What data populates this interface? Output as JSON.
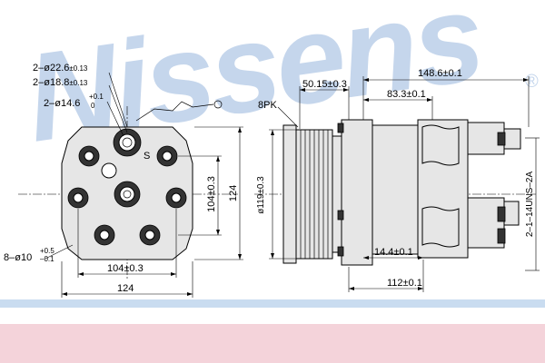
{
  "watermark": {
    "brand": "Nissens",
    "registered_mark": "®"
  },
  "colors": {
    "watermark": "#c5d6ec",
    "band": "#f4d3da",
    "rule": "#c9dcf0",
    "part_fill": "#e6e6e6"
  },
  "front_view": {
    "label_port_a": {
      "main": "2–ø22.6",
      "tol": "±0.13"
    },
    "label_port_b": {
      "main": "2–ø18.8",
      "tol": "±0.13"
    },
    "label_port_c": {
      "main": "2–ø14.6",
      "tol_up": "+0.1",
      "tol_dn": "0"
    },
    "label_mount_holes": {
      "main": "8–ø10",
      "tol_up": "+0.5",
      "tol_dn": "–0.1"
    },
    "port_mark": "S",
    "width_inner": "104±0.3",
    "width_outer": "124",
    "height_inner": "104±0.3",
    "height_outer": "124"
  },
  "side_view": {
    "belt": "8PK",
    "pulley_diameter": "ø119±0.3",
    "dim_pulley_offset": "50.15±0.3",
    "dim_overall_length": "148.6±0.1",
    "dim_mount": "83.3±0.1",
    "dim_flange": "14.4±0.1",
    "dim_body": "112±0.1",
    "thread": "2–1–14UNS–2A"
  }
}
